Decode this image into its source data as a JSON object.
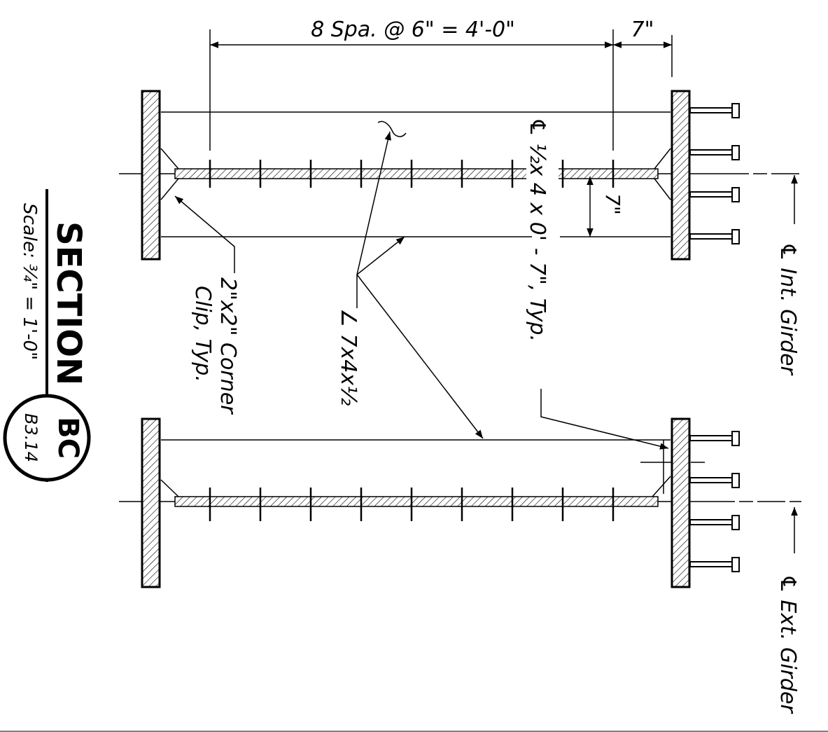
{
  "dimensions": {
    "spacing": "8 Spa. @ 6\" = 4'-0\"",
    "end": "7\"",
    "vertical": "7\""
  },
  "callouts": {
    "plate": "℄ ½x 4 x 0' - 7\", Typ.",
    "angle": "∠ 7x4x½",
    "clip_line1": "2\"x2\" Corner",
    "clip_line2": "Clip, Typ."
  },
  "girders": {
    "interior": "℄ Int. Girder",
    "exterior": "℄ Ext. Girder"
  },
  "title": {
    "word": "SECTION",
    "scale": "Scale: ¾\" = 1'-0\"",
    "mark": "BC",
    "sheet": "B3.14"
  },
  "colors": {
    "ink": "#000000",
    "background": "#ffffff"
  }
}
